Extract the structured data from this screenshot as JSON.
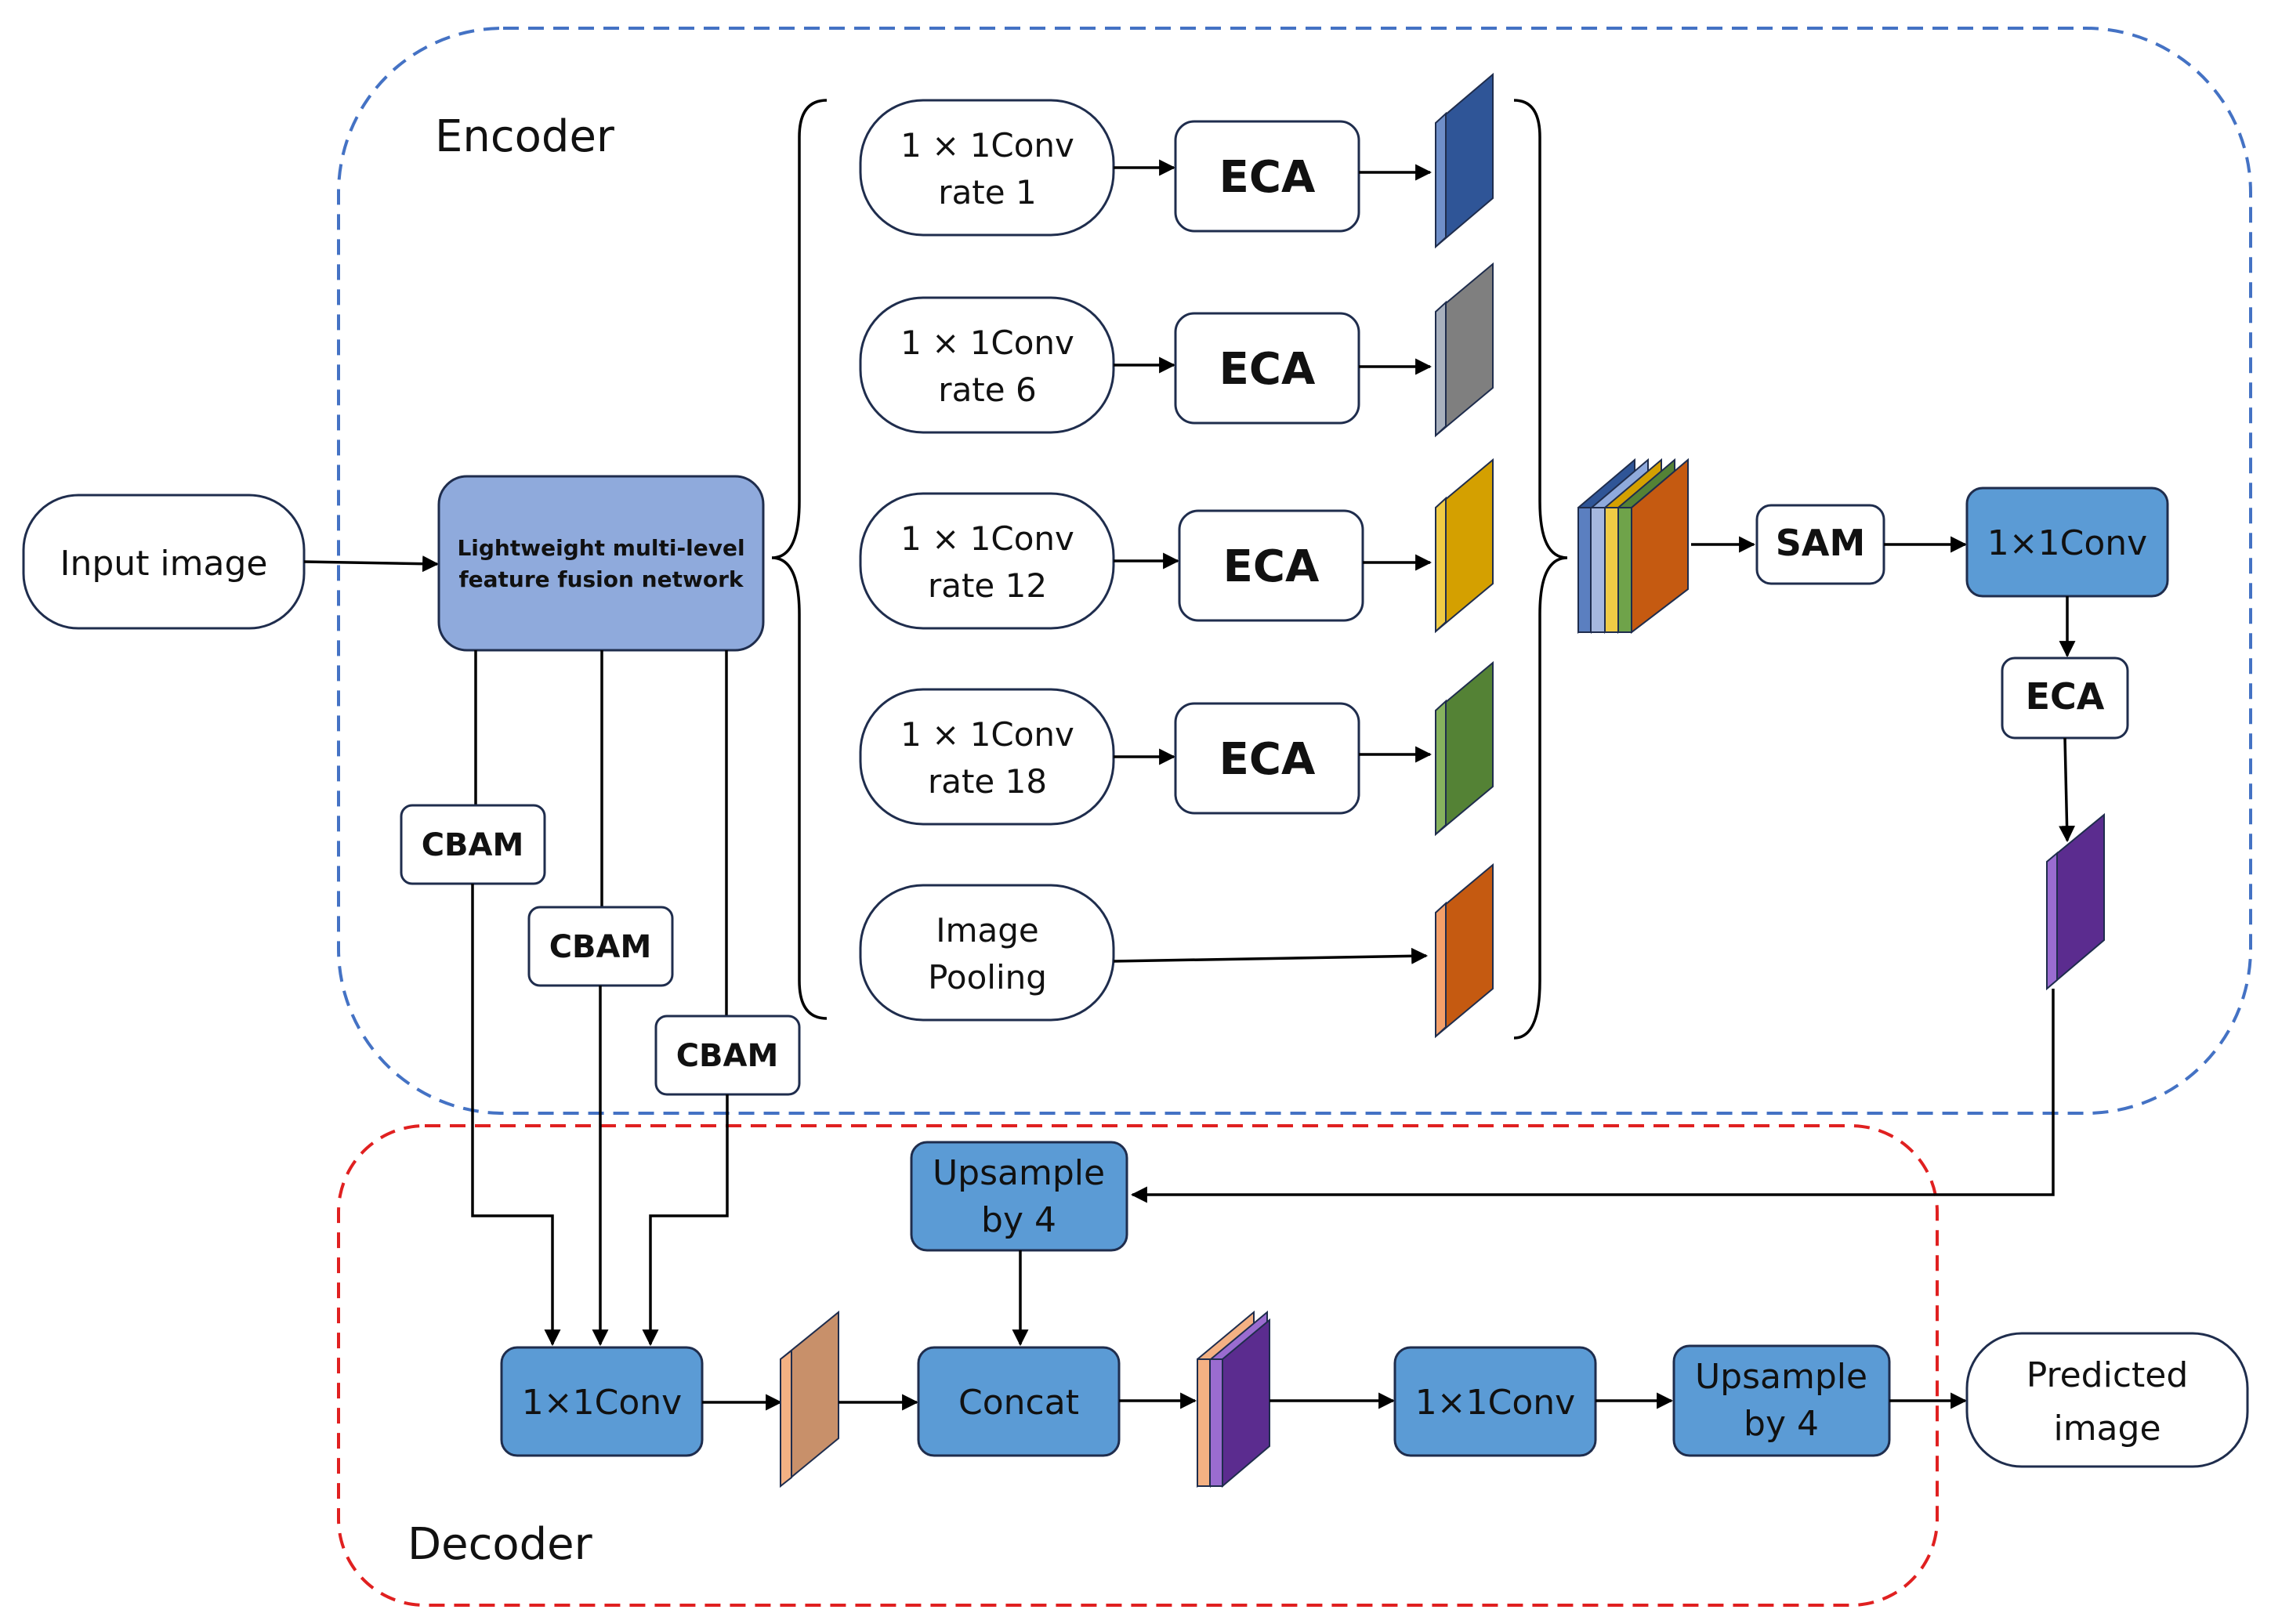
{
  "regions": {
    "encoder_label": "Encoder",
    "decoder_label": "Decoder"
  },
  "blocks": {
    "input_image": "Input image",
    "backbone_line1": "Lightweight multi-level",
    "backbone_line2": "feature fusion network",
    "cbam": "CBAM",
    "branches": [
      {
        "line1": "1 × 1Conv",
        "line2": "rate 1",
        "attention": "ECA",
        "color": "#2f5597"
      },
      {
        "line1": "1 × 1Conv",
        "line2": "rate 6",
        "attention": "ECA",
        "color": "#7f7f7f"
      },
      {
        "line1": "1 × 1Conv",
        "line2": "rate 12",
        "attention": "ECA",
        "color": "#d4a000"
      },
      {
        "line1": "1 × 1Conv",
        "line2": "rate 18",
        "attention": "ECA",
        "color": "#548235"
      }
    ],
    "pooling_line1": "Image",
    "pooling_line2": "Pooling",
    "pooling_color": "#c55a11",
    "sam": "SAM",
    "enc_conv": "1×1Conv",
    "enc_eca": "ECA",
    "enc_output_color": "#5b2c8f",
    "up1_line1": "Upsample",
    "up1_line2": "by 4",
    "dec_conv1": "1×1Conv",
    "low_feature_color": "#c8906a",
    "concat": "Concat",
    "dec_conv2": "1×1Conv",
    "up2_line1": "Upsample",
    "up2_line2": "by 4",
    "pred_line1": "Predicted",
    "pred_line2": "image"
  },
  "colors": {
    "encoder_border": "#4472c4",
    "decoder_border": "#e02020",
    "backbone_fill": "#8faadc",
    "module_fill": "#5b9bd5"
  }
}
